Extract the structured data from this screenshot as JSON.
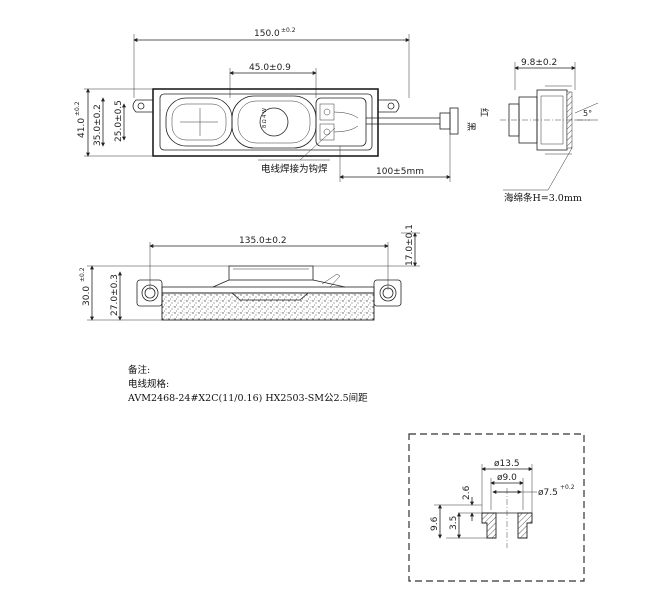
{
  "top_view": {
    "dim_overall_length": "150.0",
    "dim_overall_length_tol": "±0.2",
    "dim_cone_width": "45.0±0.9",
    "dim_height_a": "41.0",
    "dim_height_a_tol": "±0.2",
    "dim_height_b": "35.0±0.2",
    "dim_height_c": "25.0±0.5",
    "cone_label": "8 Ω 4 W",
    "wire_color_black": "黑",
    "wire_color_red": "红",
    "wire_note": "电线焊接为钩焊",
    "wire_length": "100±5mm"
  },
  "side_view": {
    "dim_width": "9.8±0.2",
    "dim_angle": "5°",
    "foam_note": "海绵条H=3.0mm"
  },
  "front_view": {
    "dim_hole_spacing": "135.0±0.2",
    "dim_height_total": "30.0",
    "dim_height_total_tol": "±0.2",
    "dim_height_body": "27.0±0.3",
    "dim_magnet_height": "17.0±0.1"
  },
  "notes": {
    "heading": "备注:",
    "cable_heading": "电线规格:",
    "cable_spec": "AVM2468-24#X2C(11/0.16) HX2503-SM公2.5间距"
  },
  "detail": {
    "dim_outer_dia": "ø13.5",
    "dim_inner_dia": "ø9.0",
    "dim_hole_dia": "ø7.5",
    "dim_hole_dia_tol": "+0.2",
    "dim_depth_a": "2.6",
    "dim_depth_b": "3.5",
    "dim_total_h": "9.6"
  }
}
